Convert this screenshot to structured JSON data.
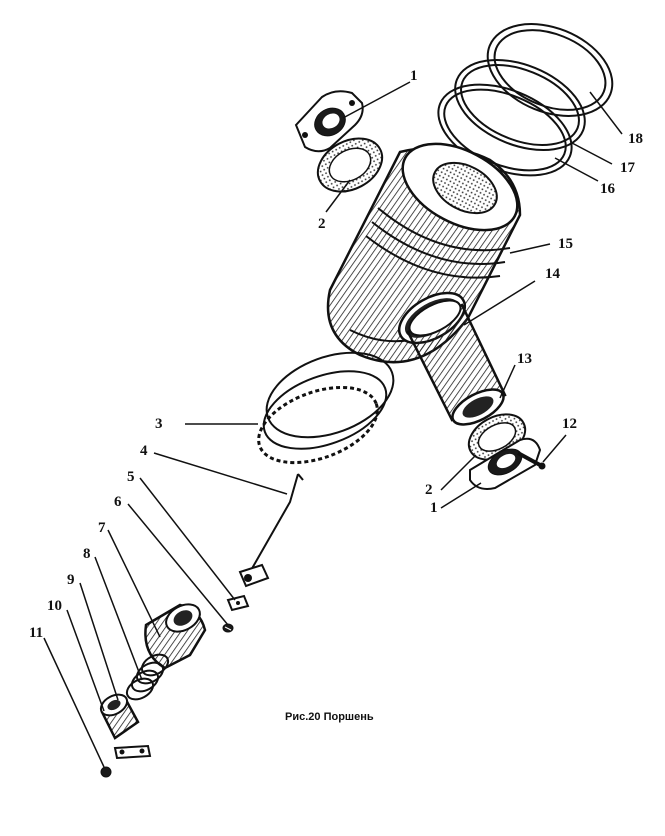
{
  "caption": "Рис.20 Поршень",
  "callouts": [
    "1",
    "2",
    "3",
    "4",
    "5",
    "6",
    "7",
    "8",
    "9",
    "10",
    "11",
    "12",
    "13",
    "14",
    "15",
    "16",
    "17",
    "18"
  ],
  "callouts_repeat": {
    "lower_1": "1",
    "lower_2": "2"
  }
}
